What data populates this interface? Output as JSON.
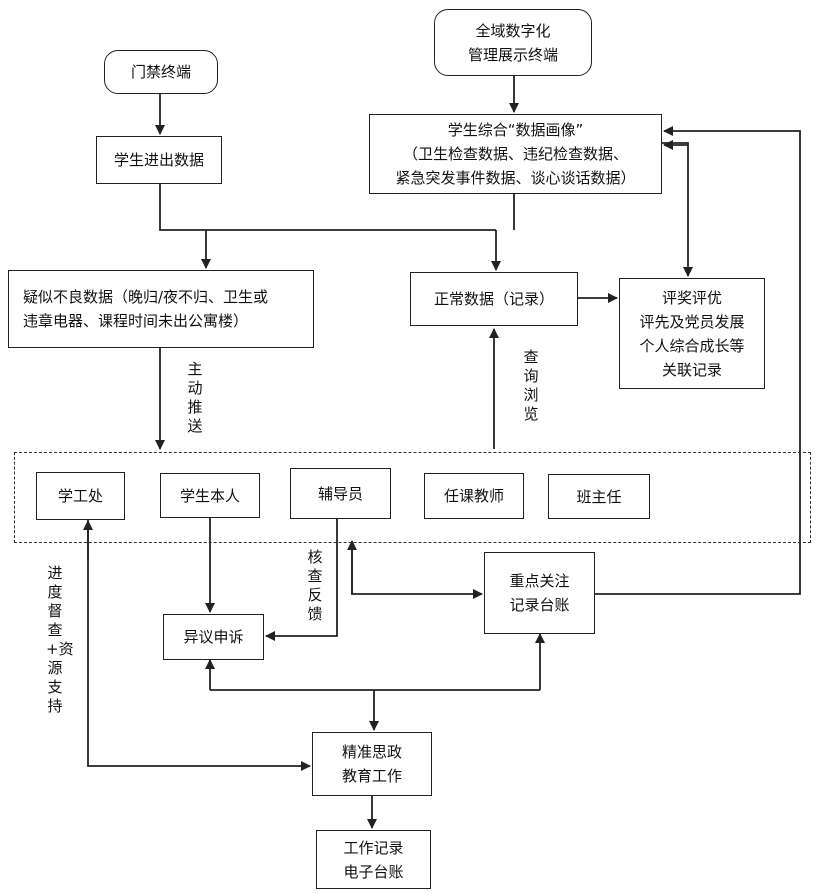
{
  "nodes": {
    "gate_terminal": "门禁终端",
    "full_domain_terminal": [
      "全域数字化",
      "管理展示终端"
    ],
    "student_in_out": "学生进出数据",
    "data_portrait": [
      "学生综合“数据画像”",
      "（卫生检查数据、违纪检查数据、",
      "紧急突发事件数据、谈心谈话数据）"
    ],
    "suspect_bad_data": [
      "疑似不良数据（晚归/夜不归、卫生或",
      "违章电器、课程时间未出公寓楼）"
    ],
    "normal_data": "正常数据（记录）",
    "awards": [
      "评奖评优",
      "评先及党员发展",
      "个人综合成长等",
      "关联记录"
    ],
    "student_affairs": "学工处",
    "student_self": "学生本人",
    "counselor": "辅导员",
    "teacher": "任课教师",
    "head_teacher": "班主任",
    "key_focus": [
      "重点关注",
      "记录台账"
    ],
    "appeal": "异议申诉",
    "precise_education": [
      "精准思政",
      "教育工作"
    ],
    "work_record": [
      "工作记录",
      "电子台账"
    ]
  },
  "labels": {
    "active_push": "主动推送",
    "query_browse": "查询浏览",
    "verify_feedback": "核查反馈",
    "progress_supervision": "进度督查+资源支持"
  }
}
